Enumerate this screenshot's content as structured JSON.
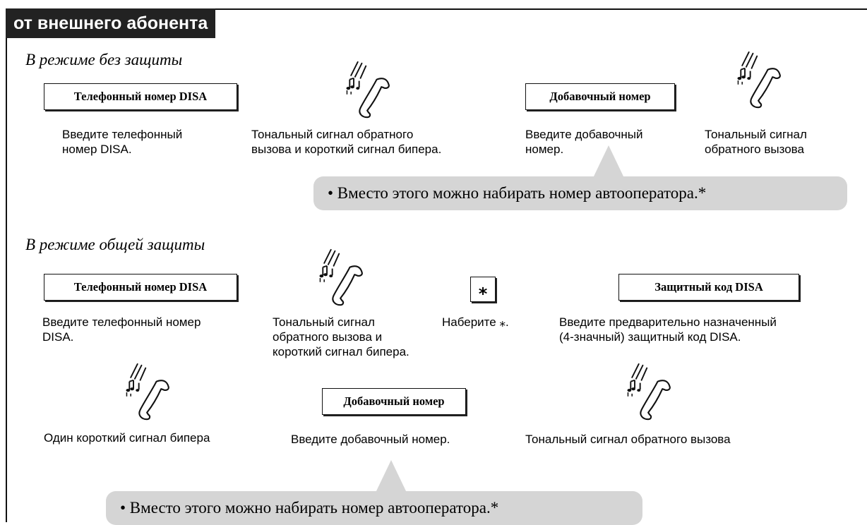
{
  "header": {
    "title": "от внешнего абонента"
  },
  "mode_no_security": {
    "title": "В режиме без защиты",
    "disa_key": "Телефонный номер DISA",
    "disa_caption": "Введите телефонный\nномер DISA.",
    "tone1_caption": "Тональный сигнал обратного\nвызова и короткий сигнал бипера.",
    "ext_key": "Добавочный номер",
    "ext_caption": "Введите добавочный\nномер.",
    "tone2_caption": "Тональный сигнал\nобратного вызова",
    "note": "• Вместо этого можно набирать номер автооператора.*"
  },
  "mode_general_security": {
    "title": "В режиме общей защиты",
    "disa_key": "Телефонный номер DISA",
    "disa_caption": "Введите телефонный номер\nDISA.",
    "tone1_caption": "Тональный сигнал\nобратного вызова и\nкороткий сигнал бипера.",
    "star_key": "⁎",
    "star_caption": "Наберите ⁎.",
    "code_key": "Защитный код DISA",
    "code_caption": "Введите предварительно назначенный\n(4-значный) защитный код DISA.",
    "beep_caption": "Один короткий сигнал бипера",
    "ext_key": "Добавочный номер",
    "ext_caption": "Введите добавочный номер.",
    "tone2_caption": "Тональный сигнал обратного вызова",
    "note": "• Вместо этого можно набирать номер автооператора.*"
  },
  "icons": {
    "handset": "ringing-handset-icon",
    "star": "star-key-icon"
  }
}
